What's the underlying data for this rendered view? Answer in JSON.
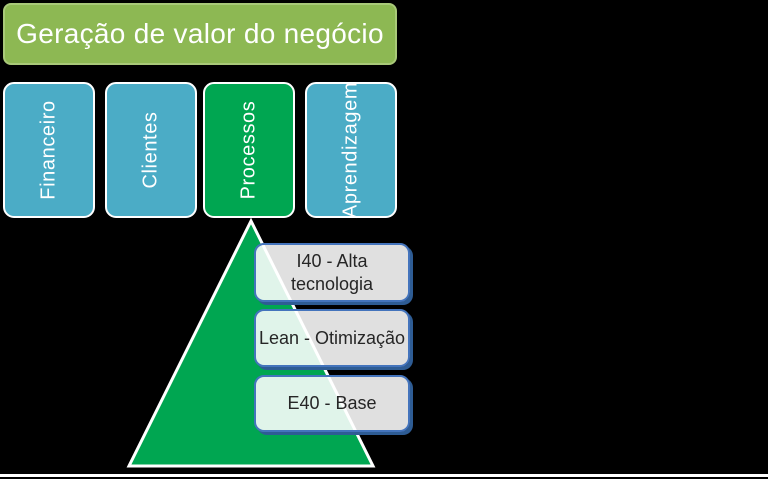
{
  "canvas": {
    "background_color": "#000000",
    "bottom_line_color": "#FFFFFF"
  },
  "header": {
    "label": "Geração de valor do negócio",
    "fill": "#8DB853",
    "border_color": "#A9C979",
    "text_color": "#FFFFFF"
  },
  "columns": [
    {
      "id": "financeiro",
      "label": "Financeiro",
      "fill": "#4BACC6",
      "text_color": "#FFFFFF"
    },
    {
      "id": "clientes",
      "label": "Clientes",
      "fill": "#4BACC6",
      "text_color": "#FFFFFF"
    },
    {
      "id": "processos",
      "label": "Processos",
      "fill": "#00A651",
      "text_color": "#FFFFFF"
    },
    {
      "id": "aprendizagem",
      "label": "Aprendizagem",
      "fill": "#4BACC6",
      "text_color": "#FFFFFF"
    }
  ],
  "pyramid": {
    "fill": "#00A651",
    "outline_color": "#FFFFFF",
    "level_border_color": "#4474BC",
    "level_fill": "rgba(255,255,255,0.88)",
    "level_text_color": "#262626",
    "levels": [
      {
        "id": "i40",
        "label": "I40 - Alta tecnologia"
      },
      {
        "id": "lean",
        "label": "Lean - Otimização"
      },
      {
        "id": "e40",
        "label": "E40 - Base"
      }
    ]
  }
}
